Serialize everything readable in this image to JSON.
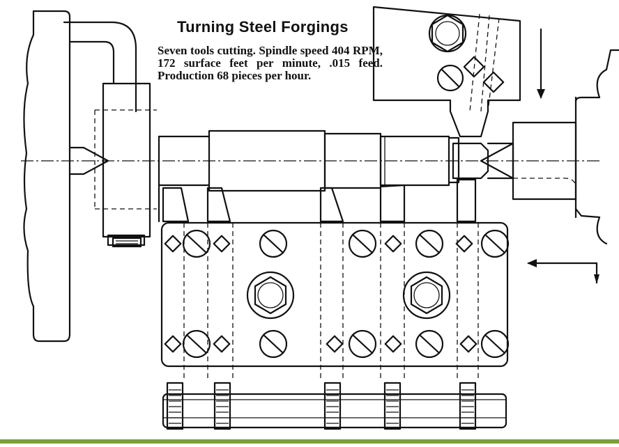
{
  "figure": {
    "title": "Turning Steel Forgings",
    "caption": "Seven tools cutting. Spindle speed 404 RPM, 172 surface feet per minute, .015 feed. Production 68 pieces per hour."
  },
  "annotations": {
    "arrow_down": "tool-slide-feed-arrow",
    "arrow_left": "carriage-feed-arrow"
  },
  "colors": {
    "ink": "#111111",
    "paper": "#ffffff",
    "rule": "#7aa03a"
  }
}
